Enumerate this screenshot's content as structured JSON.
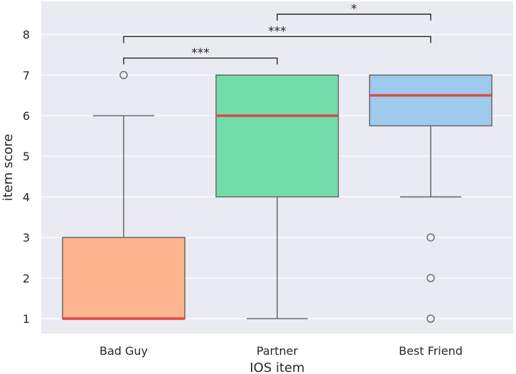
{
  "chart_data": {
    "type": "box",
    "xlabel": "IOS item",
    "ylabel": "item score",
    "ylim": [
      0.65,
      8.8
    ],
    "yticks": [
      1,
      2,
      3,
      4,
      5,
      6,
      7,
      8
    ],
    "grid": true,
    "categories": [
      "Bad Guy",
      "Partner",
      "Best Friend"
    ],
    "boxes": [
      {
        "category": "Bad Guy",
        "q1": 1,
        "median": 1,
        "q3": 3,
        "whisker_low": 1,
        "whisker_high": 6,
        "outliers": [
          7
        ],
        "color": "#FFB490"
      },
      {
        "category": "Partner",
        "q1": 4,
        "median": 6,
        "q3": 7,
        "whisker_low": 1,
        "whisker_high": 7,
        "outliers": [],
        "color": "#72DDA8"
      },
      {
        "category": "Best Friend",
        "q1": 5.75,
        "median": 6.5,
        "q3": 7,
        "whisker_low": 4,
        "whisker_high": 7,
        "outliers": [
          3,
          2,
          1
        ],
        "color": "#9ECAEE"
      }
    ],
    "median_color": "#E04848",
    "significance": [
      {
        "from": "Partner",
        "to": "Best Friend",
        "label": "*",
        "y": 8.5
      },
      {
        "from": "Bad Guy",
        "to": "Best Friend",
        "label": "***",
        "y": 7.95
      },
      {
        "from": "Bad Guy",
        "to": "Partner",
        "label": "***",
        "y": 7.42
      }
    ]
  },
  "colors": {
    "plot_background": "#EAEAF2",
    "grid": "#FFFFFF",
    "box_edge": "#6E6E6E"
  }
}
